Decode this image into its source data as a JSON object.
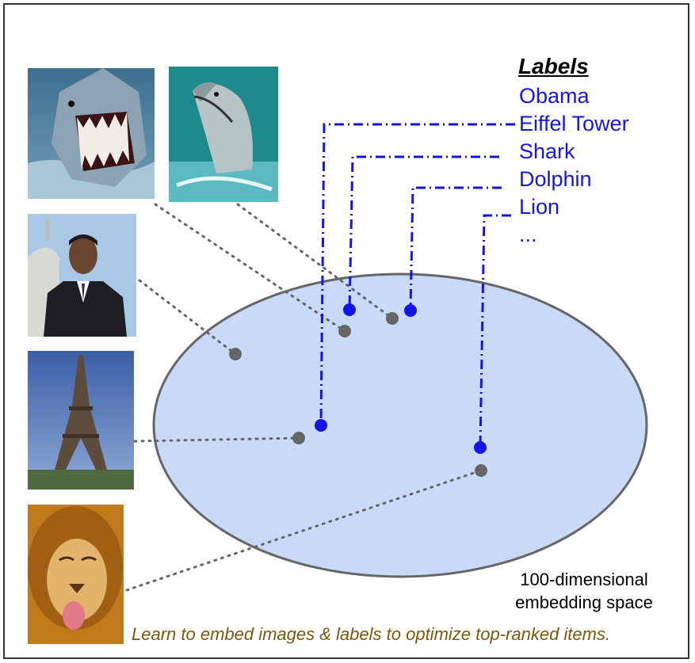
{
  "labels": {
    "title": "Labels",
    "items": [
      "Obama",
      "Eiffel Tower",
      "Shark",
      "Dolphin",
      "Lion",
      "..."
    ]
  },
  "embedding_space": {
    "caption_line1": "100-dimensional",
    "caption_line2": "embedding space"
  },
  "caption": "Learn to embed images & labels to optimize top-ranked items.",
  "images": [
    "shark",
    "dolphin",
    "obama",
    "eiffel-tower",
    "lion"
  ],
  "colors": {
    "label_blue": "#1414e6",
    "image_point_gray": "#666666",
    "ellipse_fill": "#c9daf8",
    "caption_brown": "#7a5a0a"
  }
}
